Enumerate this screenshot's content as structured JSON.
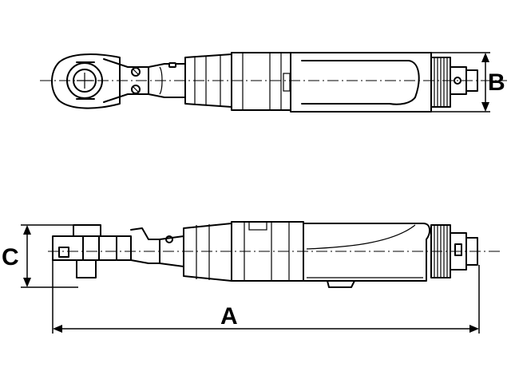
{
  "dimensions": {
    "a_label": "A",
    "b_label": "B",
    "c_label": "C"
  },
  "icons": {
    "top_view": "ratchet-wrench-top-view",
    "side_view": "ratchet-wrench-side-view"
  },
  "colors": {
    "line": "#000000",
    "background": "#ffffff"
  }
}
